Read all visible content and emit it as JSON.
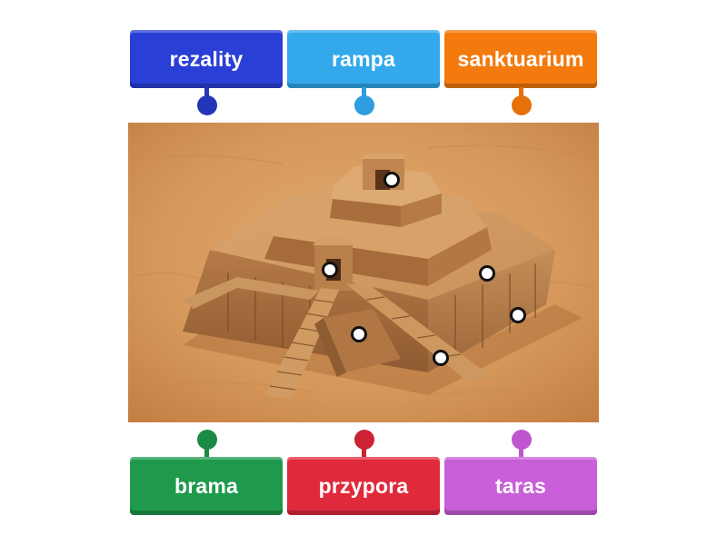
{
  "labels_top": [
    {
      "text": "rezality",
      "color": "#2a3fd6",
      "pin_color": "#2436b8"
    },
    {
      "text": "rampa",
      "color": "#33a9ec",
      "pin_color": "#2e9ee0"
    },
    {
      "text": "sanktuarium",
      "color": "#f47a0e",
      "pin_color": "#e8700a"
    }
  ],
  "labels_bottom": [
    {
      "text": "brama",
      "color": "#1f9a4d",
      "pin_color": "#1a8a44"
    },
    {
      "text": "przypora",
      "color": "#e02a3c",
      "pin_color": "#cc2233"
    },
    {
      "text": "taras",
      "color": "#c85fd8",
      "pin_color": "#bf55cf"
    }
  ]
}
